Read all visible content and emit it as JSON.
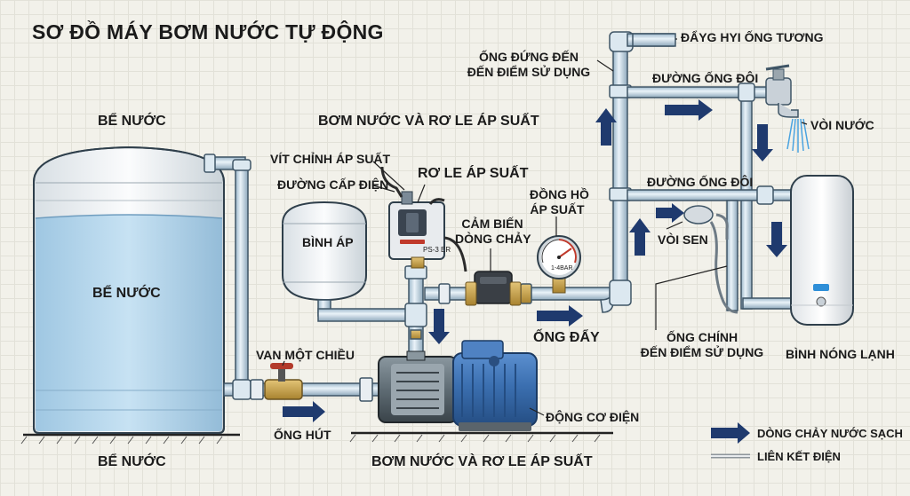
{
  "title": "SƠ ĐỒ MÁY BƠM NƯỚC TỰ ĐỘNG",
  "labels": {
    "tank_top": "BỂ NƯỚC",
    "tank_center": "BỂ NƯỚC",
    "tank_bottom": "BỂ NƯỚC",
    "pump_header": "BƠM NƯỚC VÀ RƠ LE ÁP SUẤT",
    "pump_bottom": "BƠM NƯỚC VÀ RƠ LE ÁP SUẤT",
    "pressure_adjust_screw": "VÍT CHỈNH ÁP SUẤT",
    "power_line": "ĐƯỜNG CẤP ĐIỆN",
    "pressure_relay": "RƠ LE ÁP SUẤT",
    "pressure_tank": "BÌNH ÁP",
    "pressure_gauge_l1": "ĐỒNG HỒ",
    "pressure_gauge_l2": "ÁP SUẤT",
    "flow_sensor_l1": "CẢM BIẾN",
    "flow_sensor_l2": "DÒNG CHẢY",
    "check_valve": "VAN MỘT CHIỀU",
    "suction_pipe": "ỐNG HÚT",
    "discharge_pipe": "ỐNG ĐẨY",
    "motor": "ĐỘNG CƠ ĐIỆN",
    "riser_l1": "ỐNG ĐỨNG ĐẾN",
    "riser_l2": "ĐẾN ĐIỂM SỬ DỤNG",
    "tube_label": "ĐẨYG HYI ỐNG TƯƠNG",
    "double_pipe_top": "ĐƯỜNG ỐNG ĐÔI",
    "double_pipe_mid": "ĐƯỜNG ỐNG ĐÔI",
    "faucet": "VÒI NƯỚC",
    "shower": "VÒI SEN",
    "main_pipe_l1": "ỐNG CHÍNH",
    "main_pipe_l2": "ĐẾN ĐIỂM SỬ DỤNG",
    "water_heater": "BÌNH NÓNG LẠNH",
    "relay_model": "PS-3 ER",
    "gauge_face": "1-4bar"
  },
  "legend": {
    "flow": "DÒNG CHẢY NƯỚC SẠCH",
    "electric": "LIÊN KẾT ĐIỆN"
  },
  "colors": {
    "water": "#b7d8ec",
    "pipe": "#c6dbe9",
    "pipe_outline": "#3f5566",
    "brass": "#c8a14e",
    "motor": "#3b6fb0",
    "arrow": "#1f3a6e",
    "heater_indicator": "#2f8fd8"
  }
}
